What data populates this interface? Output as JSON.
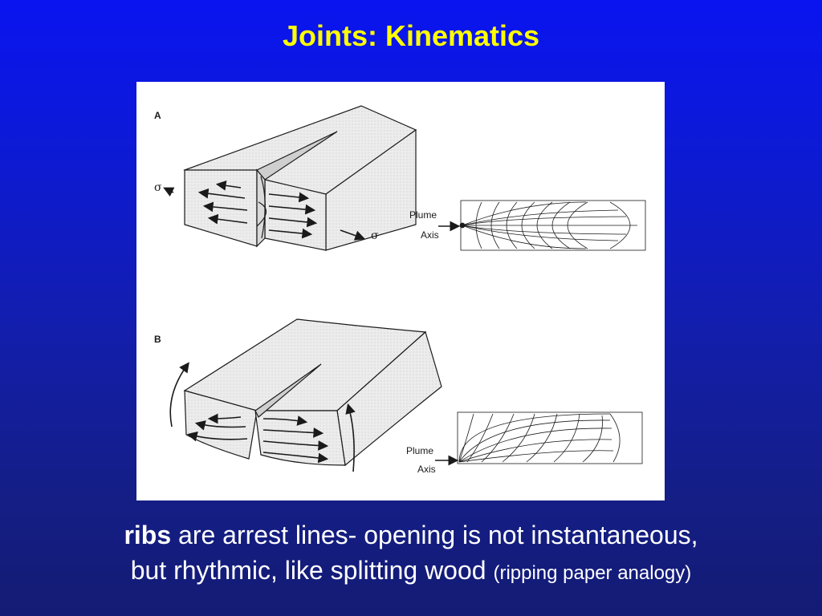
{
  "slide": {
    "title": "Joints: Kinematics",
    "caption": {
      "bold_word": "ribs",
      "line1_rest": " are arrest lines- opening is not instantaneous,",
      "line2_main": "but rhythmic, like splitting wood ",
      "line2_small": "(ripping paper analogy)"
    }
  },
  "figure": {
    "panel_a_label": "A",
    "panel_b_label": "B",
    "sigma": "σ",
    "plume_label": "Plume",
    "axis_label": "Axis",
    "colors": {
      "ink": "#1a1a1a",
      "block_fill": "#e9e9e9",
      "face_fill": "#dcdcdc"
    }
  }
}
